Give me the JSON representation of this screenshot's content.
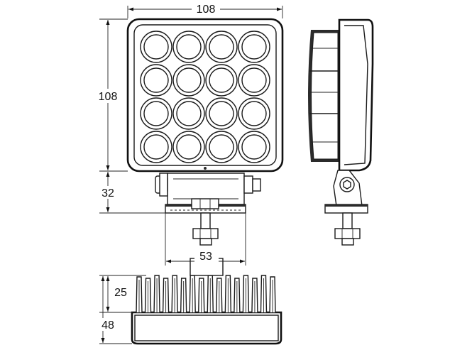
{
  "dimensions": {
    "front_width": "108",
    "front_height": "108",
    "bracket_height": "32",
    "bracket_width": "53",
    "fin_depth": "25",
    "total_depth": "48"
  },
  "colors": {
    "line": "#1a1a1a",
    "background": "#ffffff"
  },
  "led_grid": {
    "rows": 4,
    "cols": 4
  }
}
